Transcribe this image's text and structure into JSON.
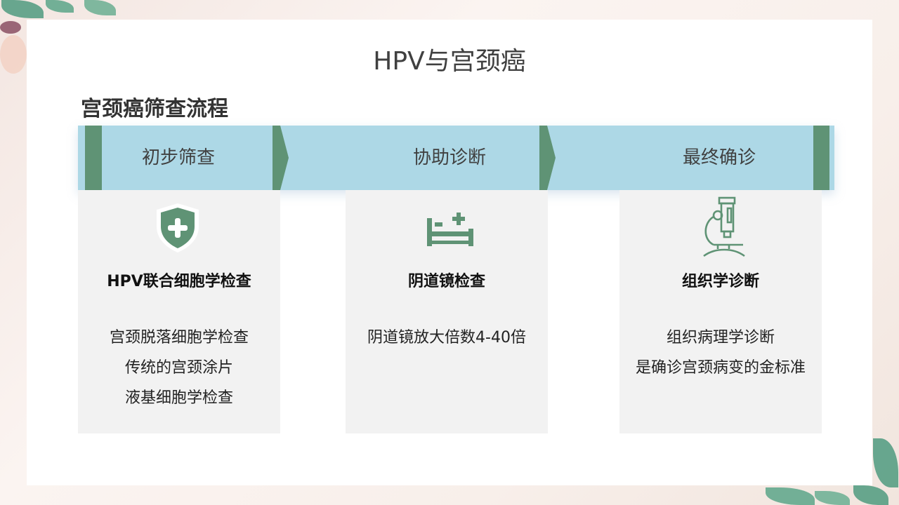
{
  "slide": {
    "title": "HPV与宫颈癌",
    "subtitle": "宫颈癌筛查流程"
  },
  "colors": {
    "accent_green": "#5f9375",
    "bar_blue": "#add8e6",
    "panel_gray": "#f2f2f2",
    "text_dark": "#404040"
  },
  "steps": [
    {
      "label": "初步筛查"
    },
    {
      "label": "协助诊断"
    },
    {
      "label": "最终确诊"
    }
  ],
  "panels": [
    {
      "icon": "shield-plus-icon",
      "heading": "HPV联合细胞学检查",
      "lines": [
        "宫颈脱落细胞学检查",
        "传统的宫颈涂片",
        "液基细胞学检查"
      ]
    },
    {
      "icon": "hospital-bed-icon",
      "heading": "阴道镜检查",
      "lines": [
        "阴道镜放大倍数4-40倍"
      ]
    },
    {
      "icon": "microscope-icon",
      "heading": "组织学诊断",
      "lines": [
        "组织病理学诊断",
        "是确诊宫颈病变的金标准"
      ]
    }
  ]
}
